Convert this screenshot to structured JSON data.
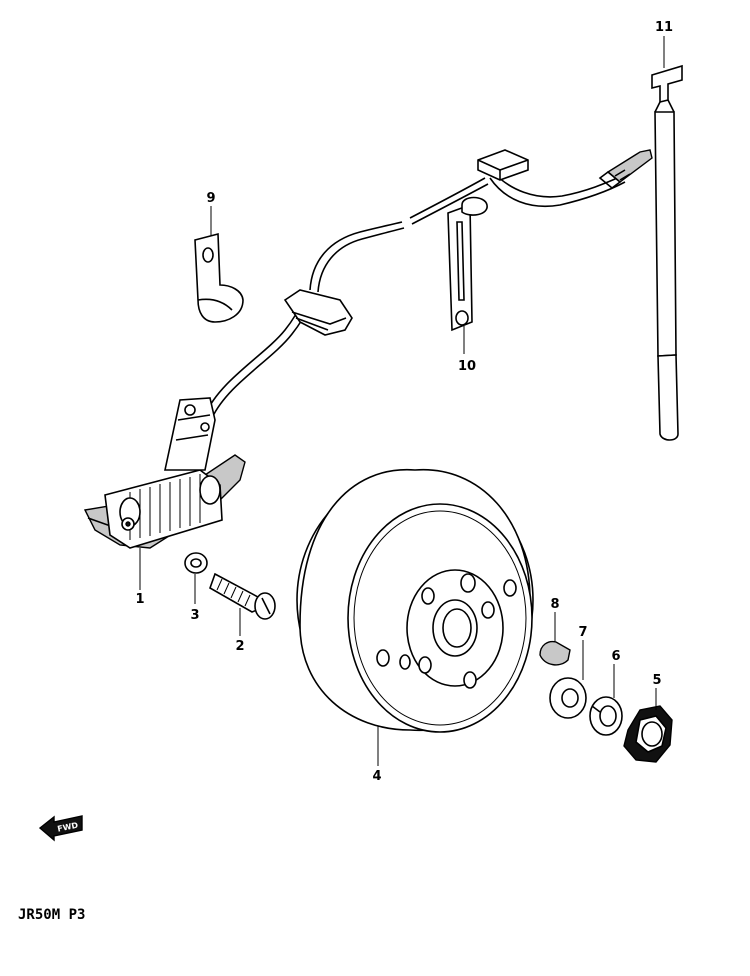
{
  "diagram": {
    "code": "JR50M P3",
    "direction_marker": {
      "label": "FWD",
      "icon": "left-arrow-icon"
    },
    "callouts": [
      {
        "id": "1",
        "label": "1"
      },
      {
        "id": "2",
        "label": "2"
      },
      {
        "id": "3",
        "label": "3"
      },
      {
        "id": "4",
        "label": "4"
      },
      {
        "id": "5",
        "label": "5"
      },
      {
        "id": "6",
        "label": "6"
      },
      {
        "id": "7",
        "label": "7"
      },
      {
        "id": "8",
        "label": "8"
      },
      {
        "id": "9",
        "label": "9"
      },
      {
        "id": "10",
        "label": "10"
      },
      {
        "id": "11",
        "label": "11"
      }
    ]
  }
}
